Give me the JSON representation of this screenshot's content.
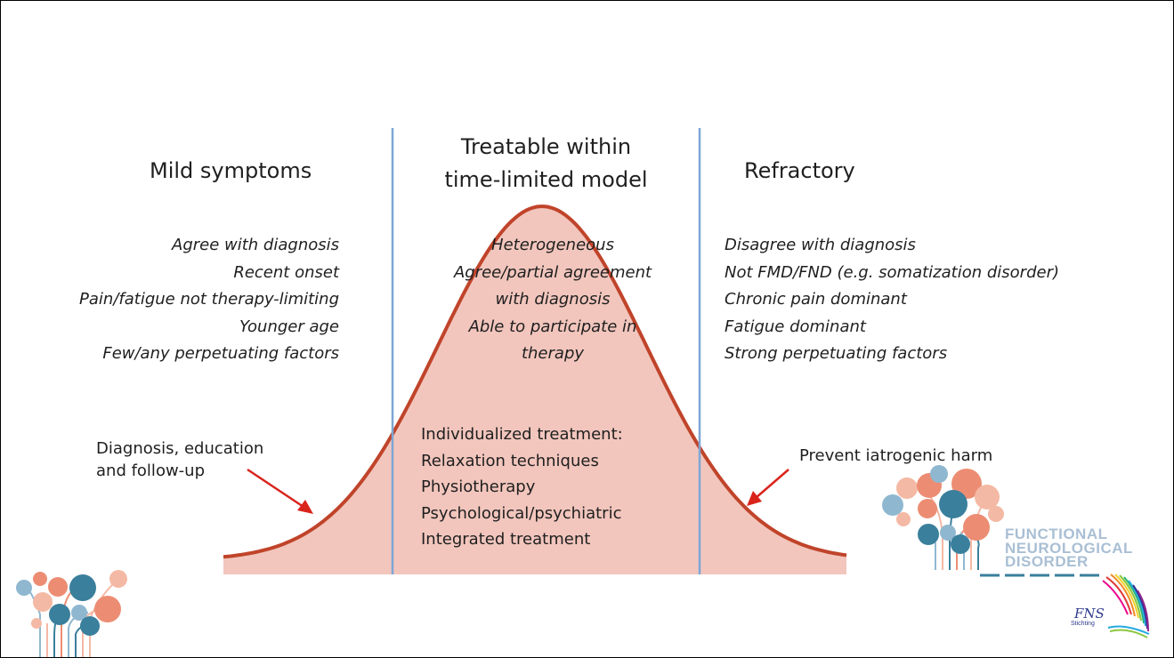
{
  "columns": {
    "left": {
      "heading": "Mild symptoms",
      "items": [
        "Agree with diagnosis",
        "Recent onset",
        "Pain/fatigue not therapy-limiting",
        "Younger age",
        "Few/any perpetuating factors"
      ],
      "action_label_lines": [
        "Diagnosis, education",
        "and follow-up"
      ]
    },
    "middle": {
      "heading_lines": [
        "Treatable within",
        "time-limited model"
      ],
      "items": [
        "Heterogeneous",
        "Agree/partial agreement",
        "with diagnosis",
        "Able to participate in",
        "therapy"
      ],
      "treatment_lines": [
        "Individualized treatment:",
        "Relaxation techniques",
        "Physiotherapy",
        "Psychological/psychiatric",
        "Integrated treatment"
      ]
    },
    "right": {
      "heading": "Refractory",
      "items": [
        "Disagree with diagnosis",
        "Not FMD/FND (e.g. somatization disorder)",
        "Chronic pain dominant",
        "Fatigue dominant",
        "Strong perpetuating factors"
      ],
      "action_label": "Prevent iatrogenic harm"
    }
  },
  "logos": {
    "fnd_lines": [
      "FUNCTIONAL",
      "NEUROLOGICAL",
      "DISORDER"
    ],
    "fns_text": "FNS",
    "fns_subtext": "Stichting"
  },
  "colors": {
    "curve": "#c0442a",
    "curve_fill": "#f2c6bd",
    "divider": "#7ea6d6",
    "arrow": "#d9241c",
    "text": "#1f1f1f",
    "logo_teal": "#3a7f9c",
    "logo_salmon": "#ec8d73",
    "logo_light_blue": "#8fb8d0",
    "logo_peach": "#f4b9a4"
  }
}
